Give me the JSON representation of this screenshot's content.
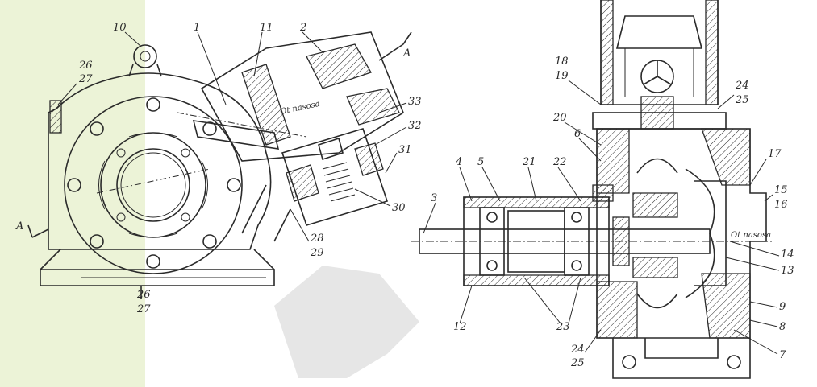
{
  "section_marker": "A",
  "left_view": {
    "labels": {
      "l10": "10",
      "l1": "1",
      "l11": "11",
      "l2": "2",
      "l26a": "26",
      "l27a": "27",
      "l33": "33",
      "l32": "32",
      "l31": "31",
      "l30": "30",
      "l28": "28",
      "l29": "29",
      "l26b": "26",
      "l27b": "27"
    },
    "flow_note": "Ot nasosa"
  },
  "right_view": {
    "labels": {
      "l18": "18",
      "l19": "19",
      "l24a": "24",
      "l25a": "25",
      "l20": "20",
      "l6": "6",
      "l4": "4",
      "l5": "5",
      "l21": "21",
      "l22": "22",
      "l17": "17",
      "l15": "15",
      "l16": "16",
      "l3": "3",
      "l14": "14",
      "l13": "13",
      "l12": "12",
      "l23": "23",
      "l9": "9",
      "l8": "8",
      "l24b": "24",
      "l25b": "25",
      "l7": "7"
    },
    "flow_note": "Ot nasosa"
  },
  "colors": {
    "line": "#2a2a2a",
    "watermark_green": "#a8c84a",
    "watermark_gray": "#c8c8c8"
  }
}
